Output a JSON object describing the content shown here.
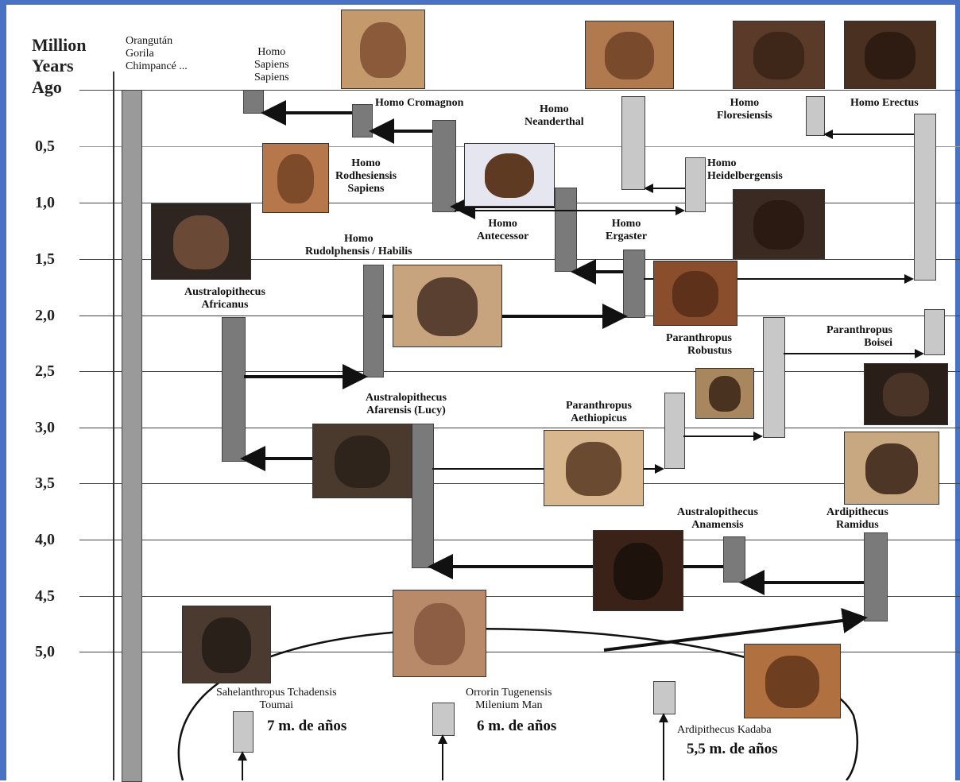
{
  "axis": {
    "title_lines": [
      "Million",
      "Years",
      "Ago"
    ],
    "ticks": [
      "0,5",
      "1,0",
      "1,5",
      "2,0",
      "2,5",
      "3,0",
      "3,5",
      "4,0",
      "4,5",
      "5,0"
    ]
  },
  "labels": {
    "apes": [
      "Orangután",
      "Gorila",
      "Chimpancé ..."
    ],
    "sapiens": [
      "Homo",
      "Sapiens",
      "Sapiens"
    ],
    "cromagnon": [
      "Homo Cromagnon"
    ],
    "neanderthal": [
      "Homo",
      "Neanderthal"
    ],
    "floresiensis": [
      "Homo",
      "Floresiensis"
    ],
    "erectus": [
      "Homo Erectus"
    ],
    "rodhesiensis": [
      "Homo",
      "Rodhesiensis",
      "Sapiens"
    ],
    "heidelbergensis": [
      "Homo",
      "Heidelbergensis"
    ],
    "antecessor": [
      "Homo",
      "Antecessor"
    ],
    "ergaster": [
      "Homo",
      "Ergaster"
    ],
    "rudolphensis": [
      "Homo",
      "Rudolphensis / Habilis"
    ],
    "africanus": [
      "Australopithecus",
      "Africanus"
    ],
    "robustus": [
      "Paranthropus",
      "Robustus"
    ],
    "boisei": [
      "Paranthropus",
      "Boisei"
    ],
    "afarensis": [
      "Australopithecus",
      "Afarensis (Lucy)"
    ],
    "aethiopicus": [
      "Paranthropus",
      "Aethiopicus"
    ],
    "anamensis": [
      "Australopithecus",
      "Anamensis"
    ],
    "ramidus": [
      "Ardipithecus",
      "Ramidus"
    ],
    "sahelanthropus": [
      "Sahelanthropus Tchadensis",
      "Toumai"
    ],
    "sahelanthropus_age": "7 m. de años",
    "orrorin": [
      "Orrorin Tugenensis",
      "Milenium Man"
    ],
    "orrorin_age": "6 m. de años",
    "kadaba": [
      "Ardipithecus Kadaba"
    ],
    "kadaba_age": "5,5 m. de años"
  },
  "colors": {
    "frame": "#4a72c4",
    "bar_dark": "#7a7a7a",
    "bar_light": "#c8c8c8"
  }
}
